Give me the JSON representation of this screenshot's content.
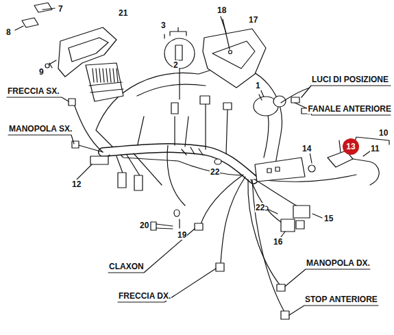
{
  "diagram": {
    "nodes": [
      {
        "text": [
          "13"
        ]
      }
    ],
    "labels": [
      "7",
      "8",
      "9",
      "21",
      "3",
      "2",
      "18",
      "17",
      "1",
      "LUCI DI POSIZIONE",
      "FANALE ANTERIORE",
      "FRECCIA SX.",
      "MANOPOLA SX.",
      "12",
      "22",
      "14",
      "10",
      "11",
      "22",
      "15",
      "16",
      "20",
      "19",
      "CLAXON",
      "FRECCIA DX.",
      "MANOPOLA DX.",
      "STOP ANTERIORE"
    ]
  }
}
